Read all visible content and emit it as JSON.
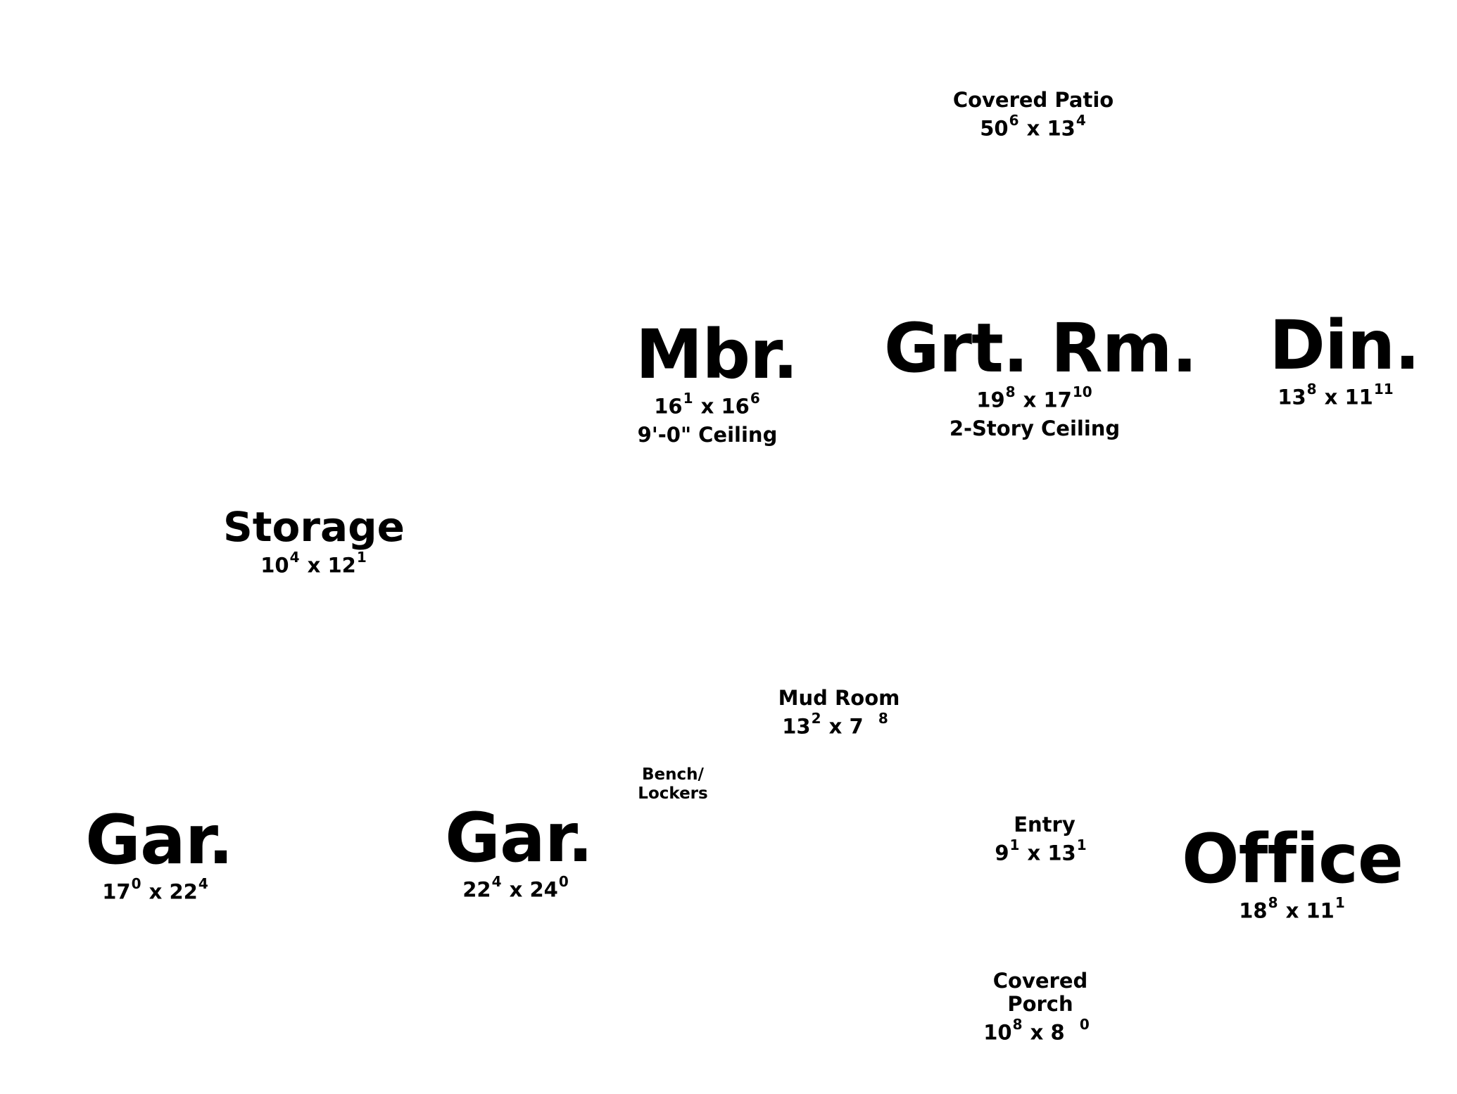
{
  "rooms": {
    "covered_patio": {
      "name": "Covered Patio",
      "dim_a": "50",
      "dim_a_in": "6",
      "dim_b": "13",
      "dim_b_in": "4"
    },
    "mbr": {
      "name": "Mbr.",
      "dim_a": "16",
      "dim_a_in": "1",
      "dim_b": "16",
      "dim_b_in": "6",
      "note": "9'-0\" Ceiling"
    },
    "grt_rm": {
      "name": "Grt. Rm.",
      "dim_a": "19",
      "dim_a_in": "8",
      "dim_b": "17",
      "dim_b_in": "10",
      "note": "2-Story Ceiling"
    },
    "din": {
      "name": "Din.",
      "dim_a": "13",
      "dim_a_in": "8",
      "dim_b": "11",
      "dim_b_in": "11"
    },
    "storage": {
      "name": "Storage",
      "dim_a": "10",
      "dim_a_in": "4",
      "dim_b": "12",
      "dim_b_in": "1"
    },
    "mud_room": {
      "name": "Mud Room",
      "dim_a": "13",
      "dim_a_in": "2",
      "dim_b": "7",
      "dim_b_in": "8"
    },
    "bench_lockers": {
      "name_line1": "Bench/",
      "name_line2": "Lockers"
    },
    "gar_1": {
      "name": "Gar.",
      "dim_a": "17",
      "dim_a_in": "0",
      "dim_b": "22",
      "dim_b_in": "4"
    },
    "gar_2": {
      "name": "Gar.",
      "dim_a": "22",
      "dim_a_in": "4",
      "dim_b": "24",
      "dim_b_in": "0"
    },
    "entry": {
      "name": "Entry",
      "dim_a": "9",
      "dim_a_in": "1",
      "dim_b": "13",
      "dim_b_in": "1"
    },
    "office": {
      "name": "Office",
      "dim_a": "18",
      "dim_a_in": "8",
      "dim_b": "11",
      "dim_b_in": "1"
    },
    "covered_porch": {
      "name_line1": "Covered",
      "name_line2": "Porch",
      "dim_a": "10",
      "dim_a_in": "8",
      "dim_b": "8",
      "dim_b_in": "0"
    }
  },
  "separator": "x"
}
